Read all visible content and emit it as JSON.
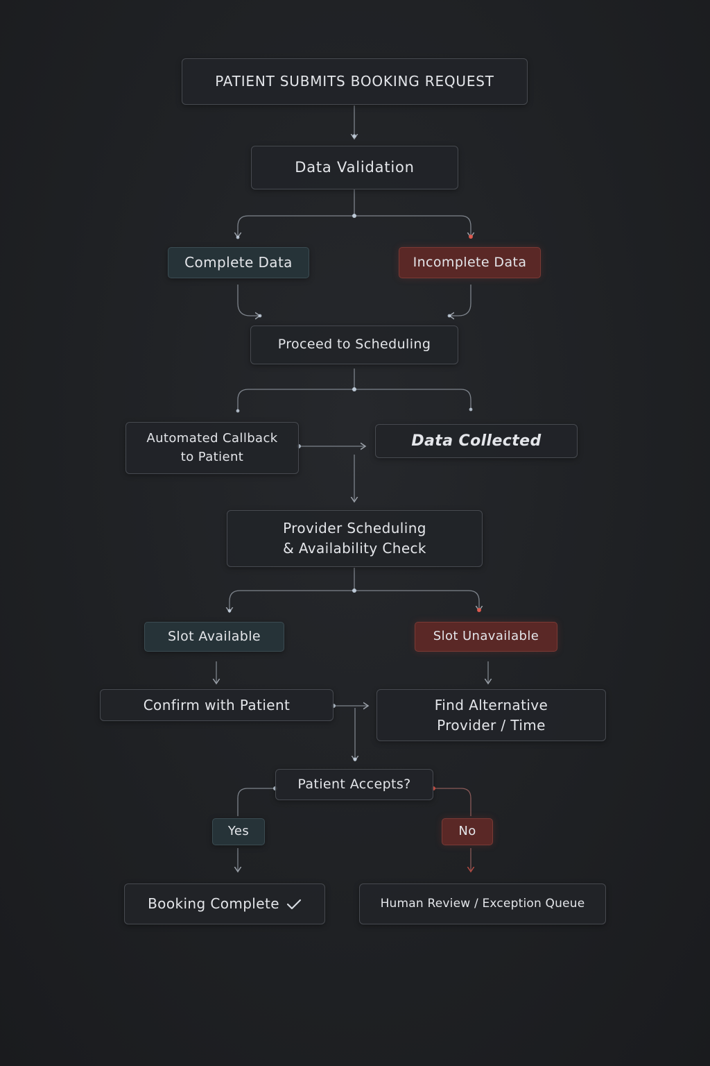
{
  "diagram": {
    "nodes": {
      "start": "PATIENT SUBMITS BOOKING REQUEST",
      "validation": "Data Validation",
      "complete_data": "Complete Data",
      "incomplete_data": "Incomplete Data",
      "proceed": "Proceed to Scheduling",
      "callback": "Automated Callback\nto Patient",
      "data_collected": "Data Collected",
      "provider_check": "Provider Scheduling\n& Availability Check",
      "slot_available": "Slot Available",
      "slot_unavailable": "Slot Unavailable",
      "confirm": "Confirm with Patient",
      "find_alternative": "Find Alternative\nProvider / Time",
      "accepts": "Patient Accepts?",
      "yes": "Yes",
      "no": "No",
      "booking_complete": "Booking Complete",
      "human_review": "Human Review / Exception Queue"
    },
    "colors": {
      "line": "#8e949c",
      "line_red": "#b04a42",
      "dot": "#c9d6e3",
      "dot_red": "#e05a4e",
      "teal": "#263338",
      "red": "#5a2826"
    },
    "icons": {
      "booking_complete": "checkmark-icon"
    }
  }
}
